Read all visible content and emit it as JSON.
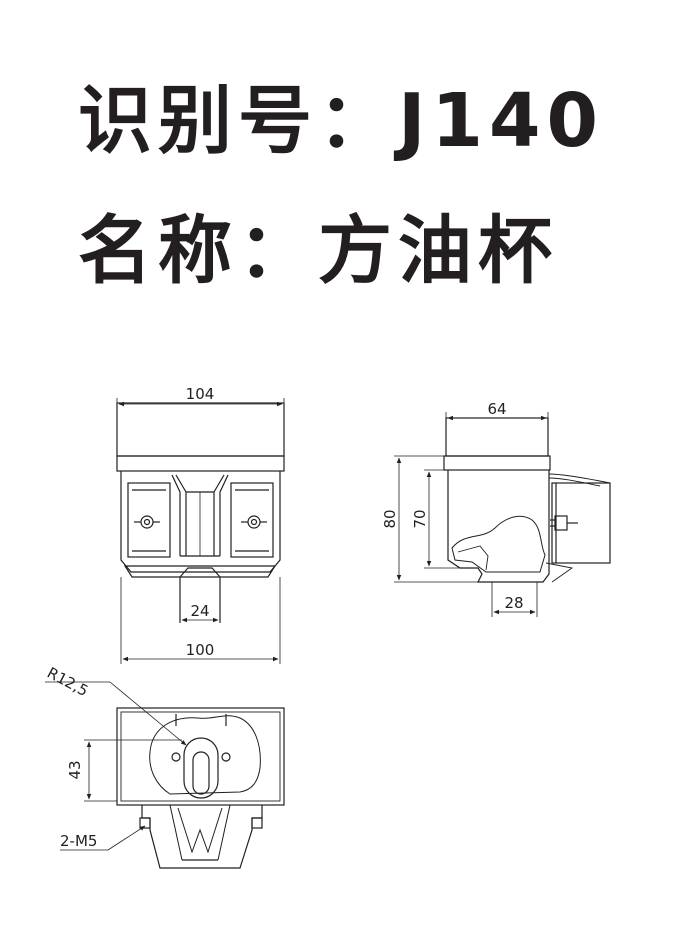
{
  "header": {
    "id_label": "识别号：",
    "id_value": "J140",
    "name_label": "名称：",
    "name_value": "方油杯"
  },
  "front_view": {
    "dim_top_width": "104",
    "dim_center": "24",
    "dim_bottom_width": "100"
  },
  "side_view": {
    "dim_top_width": "64",
    "dim_height_outer": "80",
    "dim_height_inner": "70",
    "dim_bottom_width": "28"
  },
  "top_view": {
    "radius_label": "R12,5",
    "dim_height": "43",
    "thread_label": "2-M5"
  },
  "colors": {
    "ink": "#231f20",
    "background": "#ffffff"
  }
}
